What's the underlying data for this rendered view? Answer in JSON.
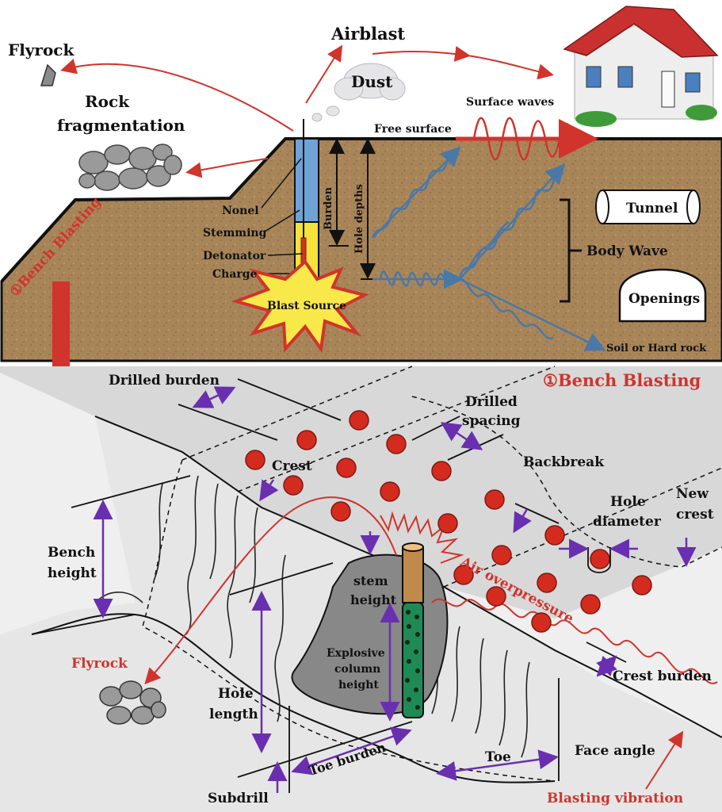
{
  "top": {
    "flyrock": "Flyrock",
    "airblast": "Airblast",
    "dust": "Dust",
    "rock_frag_1": "Rock",
    "rock_frag_2": "fragmentation",
    "surface_waves": "Surface waves",
    "free_surface": "Free surface",
    "nonel": "Nonel",
    "stemming": "Stemming",
    "detonator": "Detonator",
    "charge": "Charge",
    "burden": "Burden",
    "hole_depths": "Hole depths",
    "blast_source": "Blast Source",
    "tunnel": "Tunnel",
    "body_wave": "Body Wave",
    "openings": "Openings",
    "soil": "Soil or Hard rock",
    "bench_blasting": "①Bench Blasting"
  },
  "bottom": {
    "bench_blasting": "①Bench Blasting",
    "drilled_burden": "Drilled burden",
    "drilled_spacing_1": "Drilled",
    "drilled_spacing_2": "spacing",
    "crest": "Crest",
    "backbreak": "Backbreak",
    "hole_diameter_1": "Hole",
    "hole_diameter_2": "diameter",
    "new_crest_1": "New",
    "new_crest_2": "crest",
    "bench_height_1": "Bench",
    "bench_height_2": "height",
    "stem_height_1": "stem",
    "stem_height_2": "height",
    "air_overpressure": "Air overpressure",
    "explosive_1": "Explosive",
    "explosive_2": "column",
    "explosive_3": "height",
    "flyrock": "Flyrock",
    "hole_length_1": "Hole",
    "hole_length_2": "length",
    "crest_burden": "Crest burden",
    "toe_burden": "Toe burden",
    "toe": "Toe",
    "face_angle": "Face angle",
    "subdrill": "Subdrill",
    "blasting_vibration": "Blasting vibration"
  },
  "colors": {
    "soil": "#a88558",
    "stemming": "#f5e23a",
    "nonel": "#6fa3d6",
    "wave_blue": "#4a78a8",
    "wave_red": "#d0342c",
    "hole_dot": "#d52b1e",
    "arrow_purple": "#6a2fb0",
    "ground_gray": "#d6d6d6"
  }
}
